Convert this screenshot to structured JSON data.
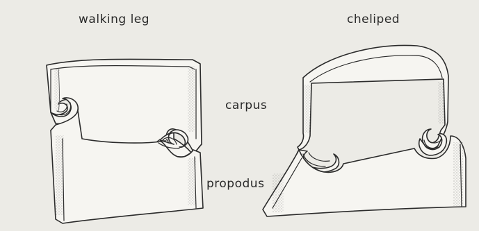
{
  "labels": {
    "walking_leg": "walking leg",
    "cheliped": "cheliped",
    "carpus": "carpus",
    "propodus": "propodus"
  },
  "colors": {
    "background": "#ecebe6",
    "ink": "#2b2b2b",
    "stipple": "#6a6a6a"
  }
}
